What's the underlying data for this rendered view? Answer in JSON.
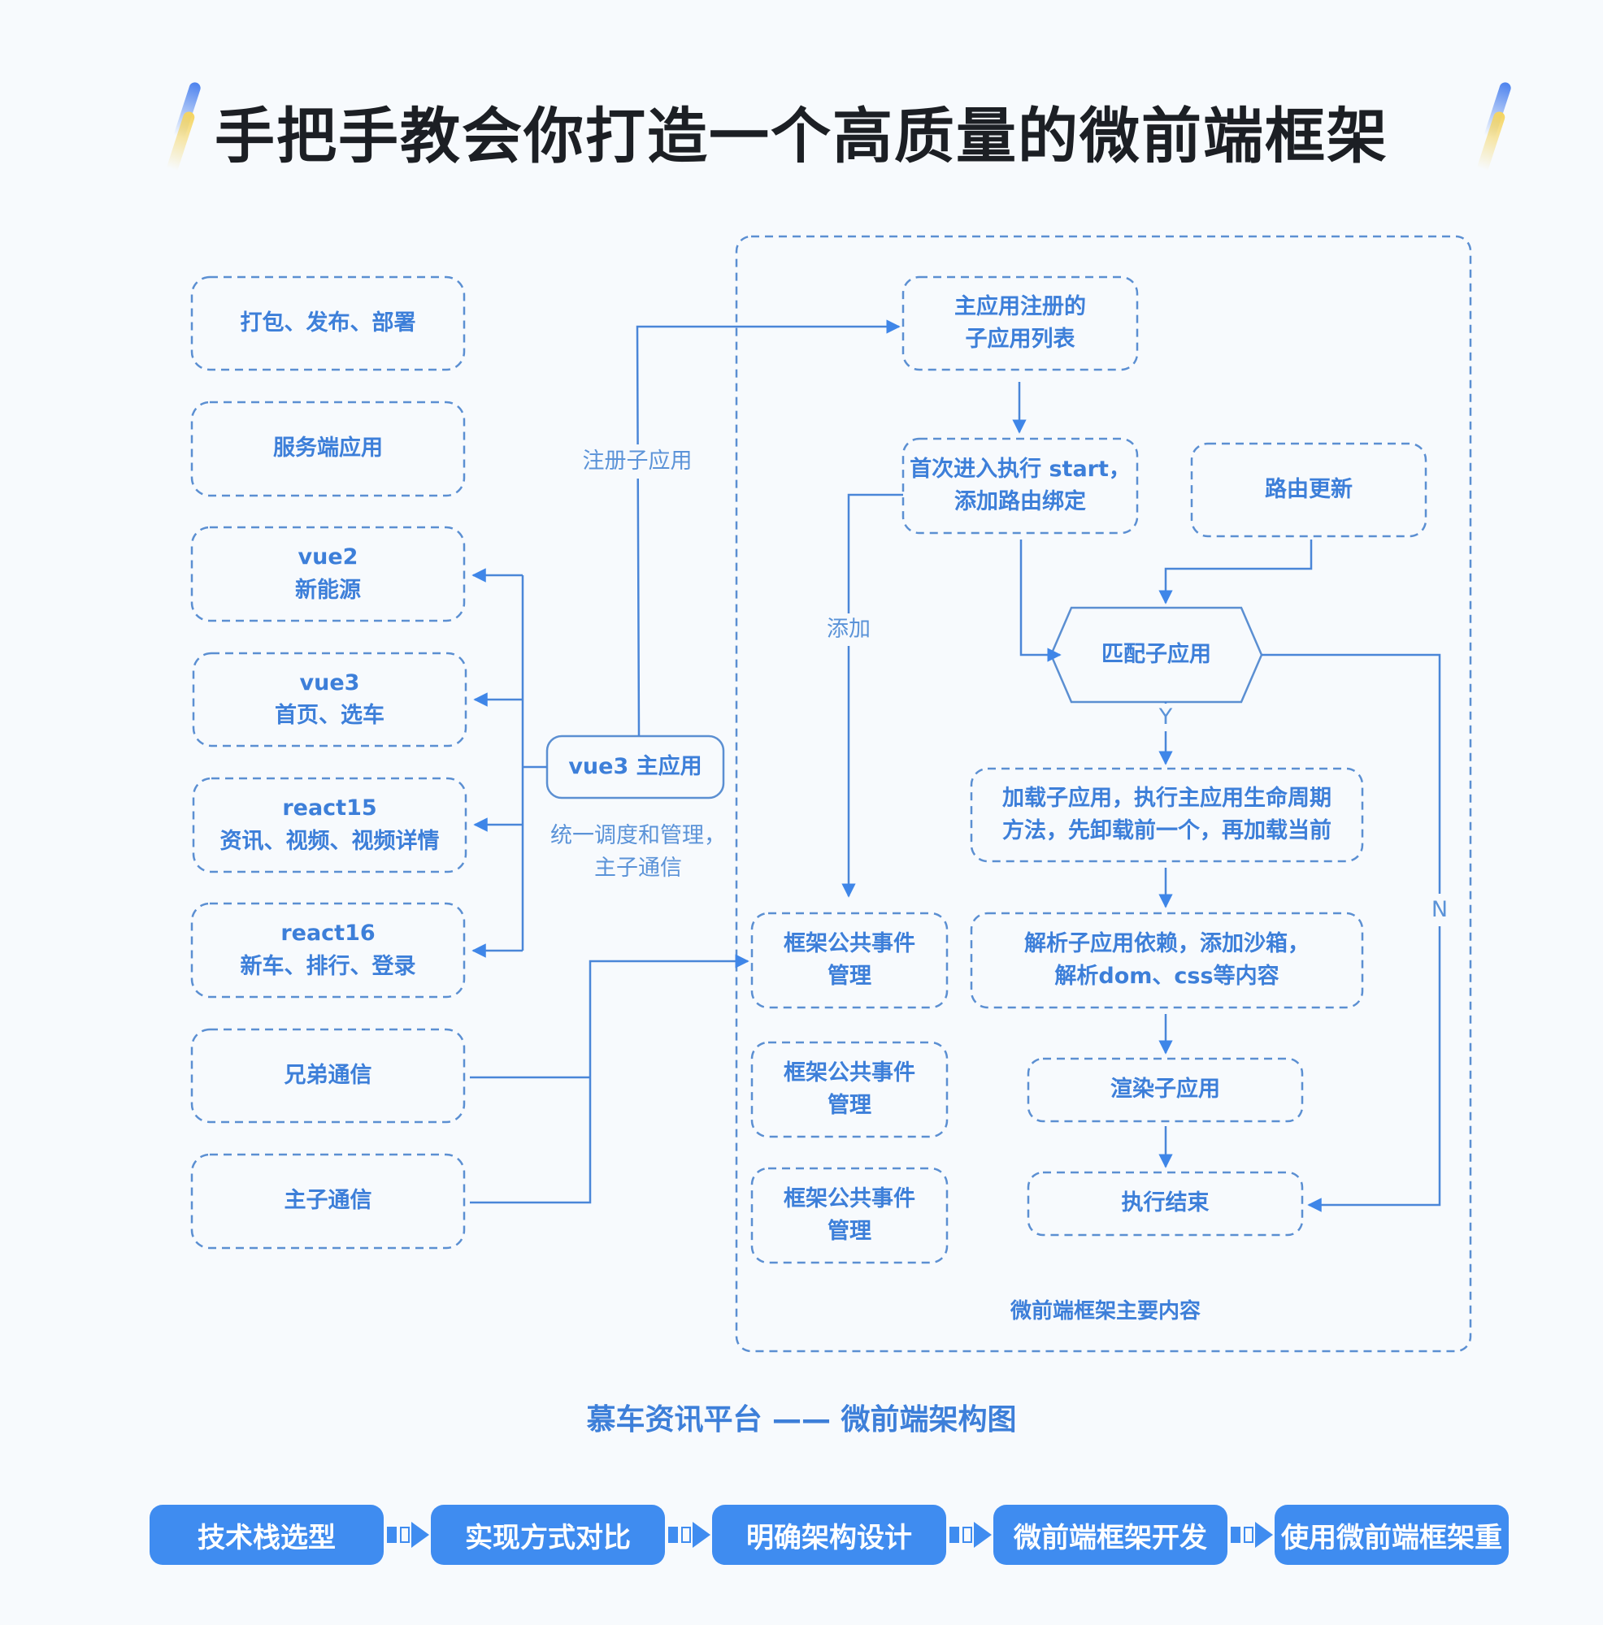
{
  "title": "手把手教会你打造一个高质量的微前端框架",
  "left_boxes": [
    {
      "lines": [
        "打包、发布、部署"
      ]
    },
    {
      "lines": [
        "服务端应用"
      ]
    },
    {
      "lines": [
        "vue2",
        "新能源"
      ]
    },
    {
      "lines": [
        "vue3",
        "首页、选车"
      ]
    },
    {
      "lines": [
        "react15",
        "资讯、视频、视频详情"
      ]
    },
    {
      "lines": [
        "react16",
        "新车、排行、登录"
      ]
    },
    {
      "lines": [
        "兄弟通信"
      ]
    },
    {
      "lines": [
        "主子通信"
      ]
    }
  ],
  "main_app": {
    "label": "vue3 主应用",
    "description": [
      "统一调度和管理，",
      "主子通信"
    ]
  },
  "edge_labels": {
    "register": "注册子应用",
    "add": "添加",
    "yes": "Y",
    "no": "N"
  },
  "framework": {
    "container_label": "微前端框架主要内容",
    "registered_list": [
      "主应用注册的",
      "子应用列表"
    ],
    "first_start": [
      "首次进入执行 start，",
      "添加路由绑定"
    ],
    "route_update": [
      "路由更新"
    ],
    "match": "匹配子应用",
    "load": [
      "加载子应用，执行主应用生命周期",
      "方法，先卸载前一个，再加载当前"
    ],
    "parse": [
      "解析子应用依赖，添加沙箱，",
      "解析dom、css等内容"
    ],
    "render": [
      "渲染子应用"
    ],
    "end": [
      "执行结束"
    ],
    "event_boxes": [
      {
        "lines": [
          "框架公共事件",
          "管理"
        ]
      },
      {
        "lines": [
          "框架公共事件",
          "管理"
        ]
      },
      {
        "lines": [
          "框架公共事件",
          "管理"
        ]
      }
    ]
  },
  "caption": "慕车资讯平台 —— 微前端架构图",
  "steps": [
    {
      "label": "技术栈选型"
    },
    {
      "label": "实现方式对比"
    },
    {
      "label": "明确架构设计"
    },
    {
      "label": "微前端框架开发"
    },
    {
      "label": "使用微前端框架重"
    }
  ],
  "colors": {
    "accent": "#3d7fd9",
    "line": "#4a86d8",
    "step_bg": "#3f8cf0",
    "title": "#1c1f24",
    "background": "#f7fafd"
  }
}
